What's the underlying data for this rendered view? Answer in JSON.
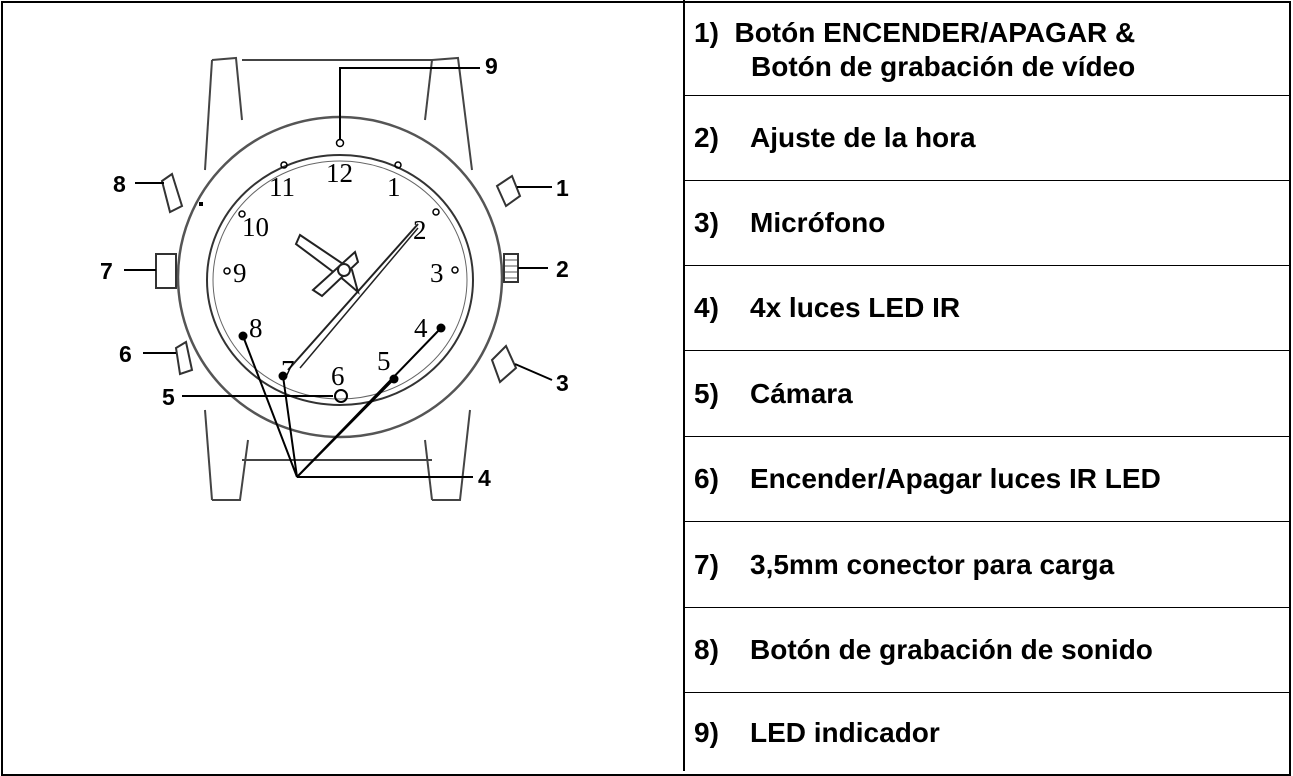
{
  "callouts": [
    "1",
    "2",
    "3",
    "4",
    "5",
    "6",
    "7",
    "8",
    "9"
  ],
  "dial_numbers": [
    "12",
    "1",
    "2",
    "3",
    "4",
    "5",
    "6",
    "7",
    "8",
    "9",
    "10",
    "11"
  ],
  "legend": {
    "item1": {
      "number": "1)",
      "text_line1": "Botón ENCENDER/APAGAR &",
      "text_line2": "Botón de grabación de vídeo"
    },
    "items": [
      {
        "number": "2)",
        "text": "Ajuste de la hora"
      },
      {
        "number": "3)",
        "text": "Micrófono"
      },
      {
        "number": "4)",
        "text": "4x luces LED IR"
      },
      {
        "number": "5)",
        "text": "Cámara"
      },
      {
        "number": "6)",
        "text": "Encender/Apagar luces IR LED"
      },
      {
        "number": "7)",
        "text": "3,5mm conector para carga"
      },
      {
        "number": "8)",
        "text": "Botón de grabación de sonido"
      },
      {
        "number": "9)",
        "text": "LED indicador"
      }
    ]
  }
}
